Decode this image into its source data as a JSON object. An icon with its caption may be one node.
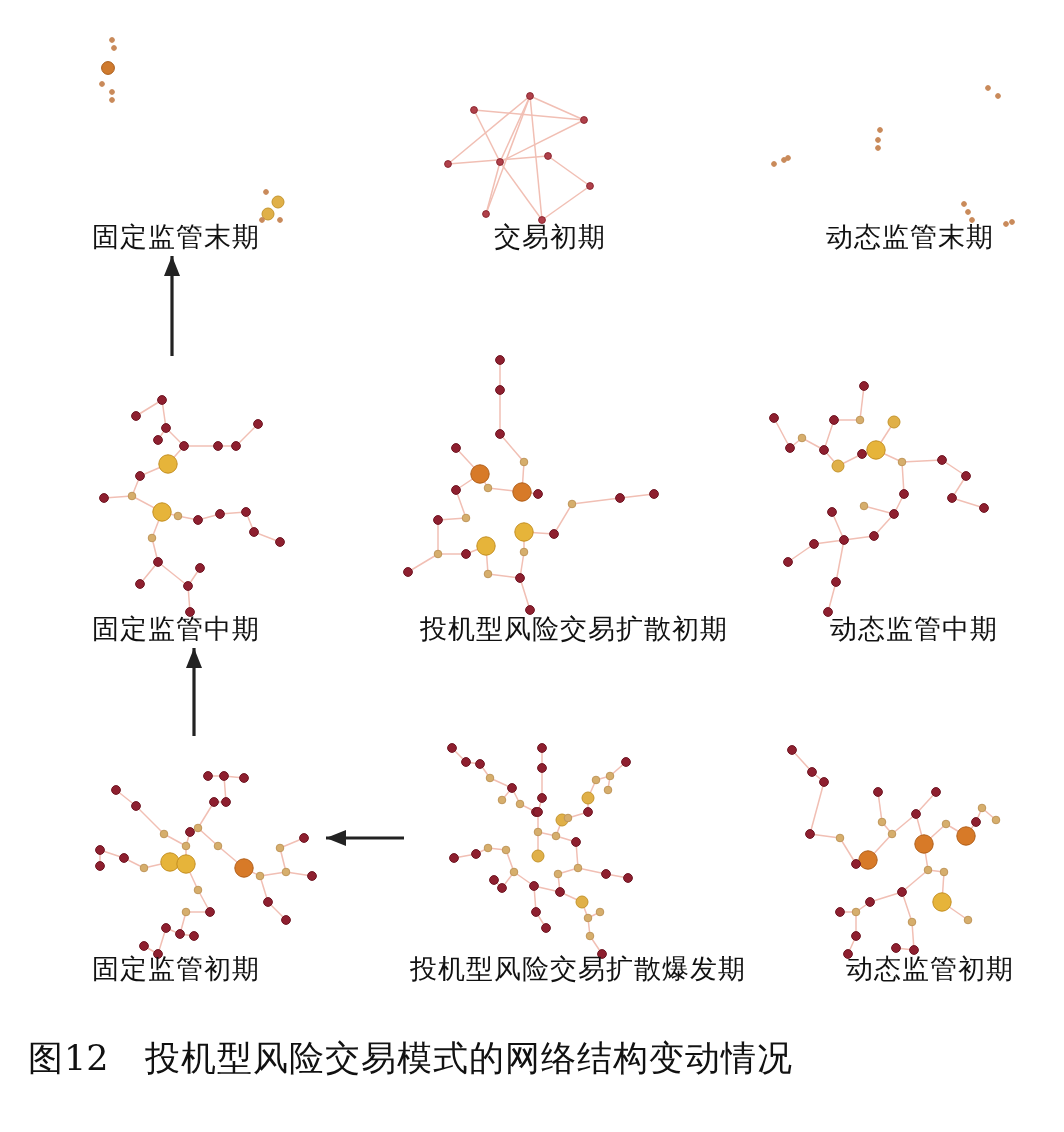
{
  "diagram": {
    "caption": "图12　投机型风险交易模式的网络结构变动情况",
    "nodes": [
      {
        "text": [
          "固定监管末期"
        ]
      },
      {
        "text": [
          "交易初期"
        ]
      },
      {
        "text": [
          "动态监管末期"
        ]
      },
      {
        "text": [
          "固定监管中期"
        ]
      },
      {
        "text": [
          "投机型风险交易扩散初期"
        ]
      },
      {
        "text": [
          "动态监管中期"
        ]
      },
      {
        "text": [
          "固定监管初期"
        ]
      },
      {
        "text": [
          "投机型风险交易扩散爆发期"
        ]
      },
      {
        "text": [
          "动态监管初期"
        ]
      }
    ],
    "edges": [
      {
        "from": 3,
        "to": 0,
        "arrow": "to"
      },
      {
        "from": 6,
        "to": 3,
        "arrow": "to"
      },
      {
        "from": 7,
        "to": 6,
        "arrow": "to"
      }
    ]
  }
}
